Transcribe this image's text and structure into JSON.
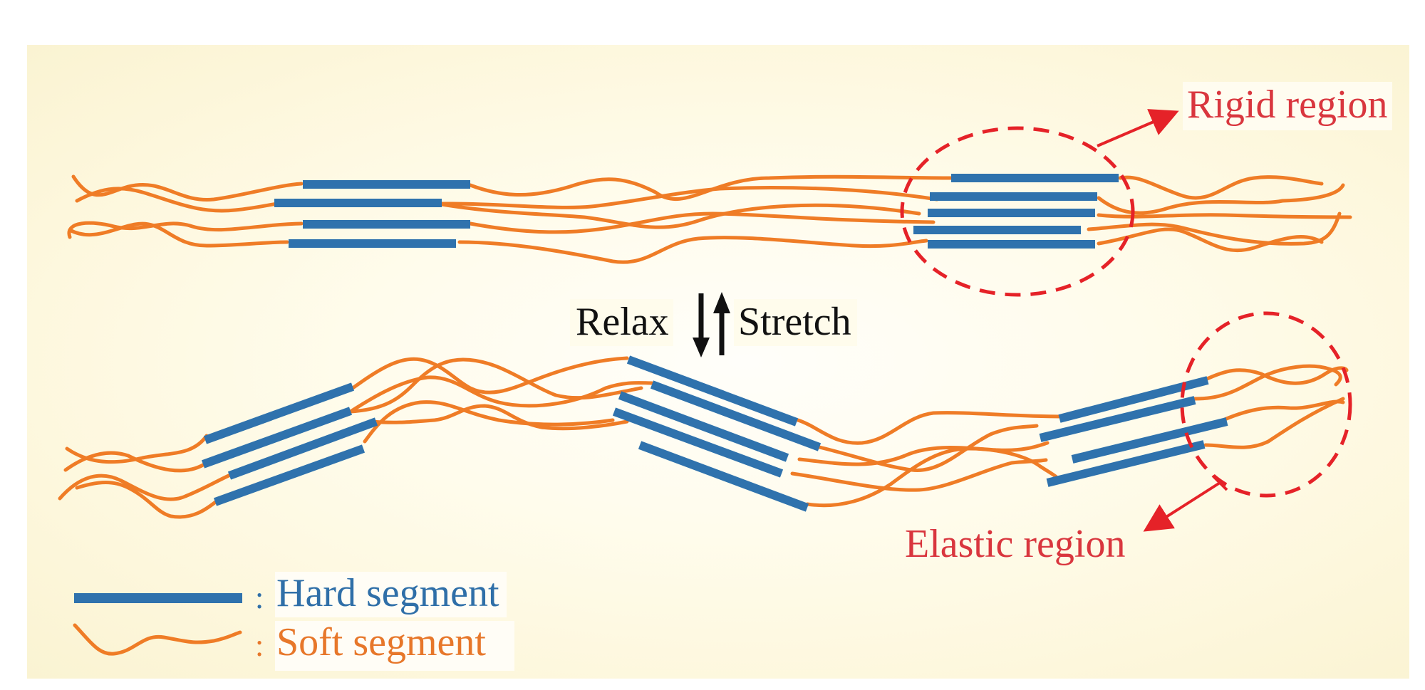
{
  "figure": {
    "title": "Hard/soft segment polymer chain model under relax and stretch",
    "colors": {
      "hard_segment": "#2f72ad",
      "soft_segment": "#ef7c26",
      "highlight": "#e52228",
      "label_red": "#d9363e",
      "legend_hard_text": "#2f6fa8",
      "legend_soft_text": "#e7772a",
      "background": "#fdf7dc"
    },
    "labels": {
      "rigid_region": "Rigid region",
      "elastic_region": "Elastic region",
      "relax": "Relax",
      "stretch": "Stretch"
    },
    "icons": {
      "relax_arrow": "arrow-down-icon",
      "stretch_arrow": "arrow-up-icon"
    },
    "legend": [
      {
        "symbol": "hard-segment-bar",
        "colon": ":",
        "label": "Hard segment"
      },
      {
        "symbol": "soft-segment-wave",
        "colon": ":",
        "label": "Soft segment"
      }
    ],
    "states": [
      {
        "name": "stretched",
        "hard_domains": 2,
        "highlight": "Rigid region"
      },
      {
        "name": "relaxed",
        "hard_domains": 3,
        "highlight": "Elastic region"
      }
    ]
  }
}
